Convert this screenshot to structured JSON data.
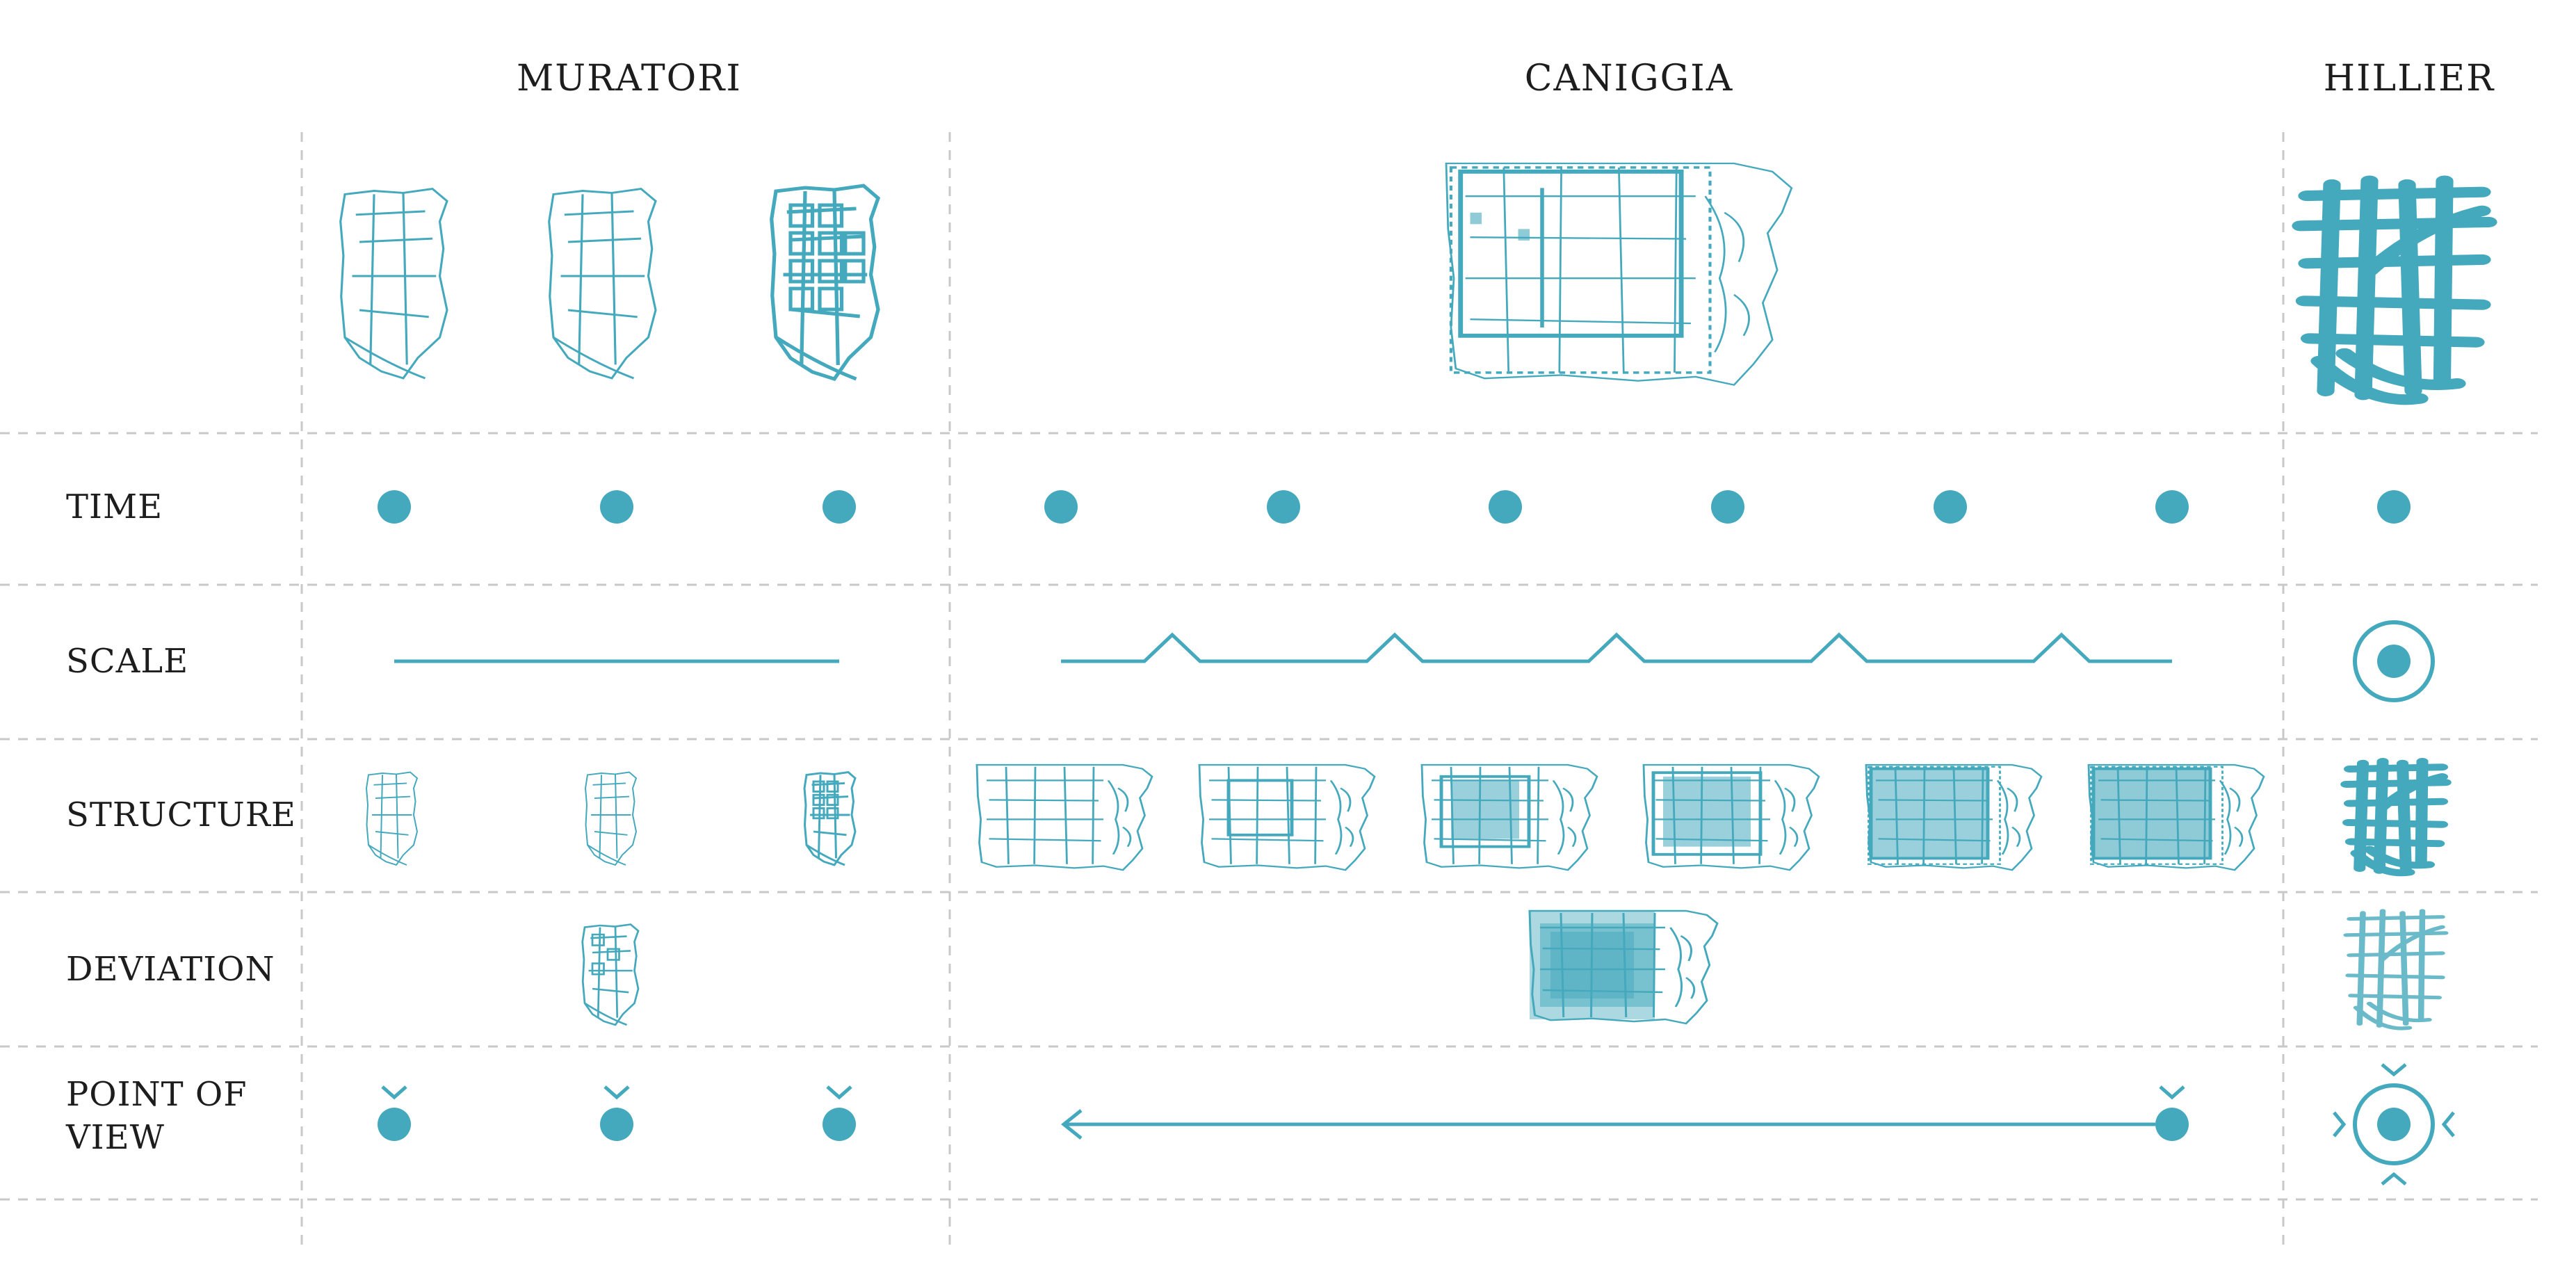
{
  "columns": {
    "muratori": "MURATORI",
    "caniggia": "CANIGGIA",
    "hillier": "HILLIER"
  },
  "rows": {
    "time": "TIME",
    "scale": "SCALE",
    "structure": "STRUCTURE",
    "deviation": "DEVIATION",
    "point_of_view_line1": "POINT OF",
    "point_of_view_line2": "VIEW"
  },
  "colors": {
    "accent": "#45a9bd",
    "grid": "#c8c8c8",
    "text": "#1d1d1d"
  },
  "icons": [
    "dot-icon",
    "chevron-down-icon",
    "arrow-left-icon",
    "target-icon",
    "compass-icon",
    "map-icon"
  ]
}
